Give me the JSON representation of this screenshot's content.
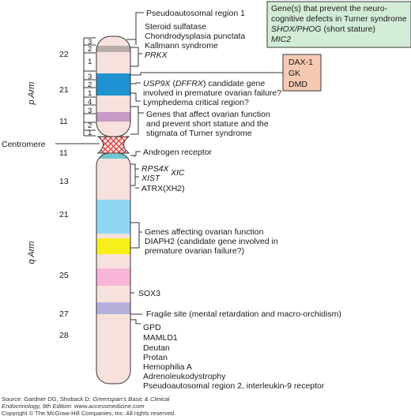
{
  "figure": {
    "arm_labels": {
      "p": "p Arm",
      "q": "q Arm",
      "centromere": "Centromere"
    },
    "region_numbers": {
      "p22": "22",
      "p21": "21",
      "p11": "11",
      "q11": "11",
      "q13": "13",
      "q21": "21",
      "q25": "25",
      "q27": "27",
      "q28": "28"
    },
    "sub_bands": {
      "p22": [
        "3",
        "2",
        "1"
      ],
      "p21": [
        "3",
        "2",
        "1"
      ],
      "p11": [
        "4",
        "3",
        "2",
        "1"
      ]
    },
    "annotations": {
      "pseudoautosomal_1": "Pseudoautosomal region 1",
      "p22_genes": [
        "Steroid sulfatase",
        "Chondrodysplasia punctata",
        "Kallmann syndrome",
        "PRKX"
      ],
      "usp9x_line1_italic": "USP9X",
      "usp9x_line1_paren": "(",
      "usp9x_line1_dffrx": "DFFRX",
      "usp9x_line1_rest": ") candidate gene",
      "usp9x_line2": "involved in premature ovarian failure?",
      "lymphedema": "Lymphedema critical region?",
      "short_stature": [
        "Genes that affect ovarian function",
        "and prevent short stature and the",
        "stigmata of Turner syndrome"
      ],
      "androgen": "Androgen receptor",
      "rps4x": "RPS4X",
      "xic": "XIC",
      "xist": "XIST",
      "atrx": "ATRX(XH2)",
      "ovarian_q": [
        "Genes affecting ovarian function",
        "DIAPH2 (candidate gene involved in",
        "premature ovarian failure?)"
      ],
      "sox3": "SOX3",
      "fragile": "Fragile site (mental retardation and macro-orchidism)",
      "q28_genes": [
        "GPD",
        "MAMLD1",
        "Deutan",
        "Protan",
        "Hemophilia A",
        "Adrenoleukodystrophy",
        "Pseudoautosomal region 2, interleukin-9 receptor"
      ]
    },
    "green_box": {
      "line1": "Gene(s) that prevent the neuro-",
      "line2": "cognitive defects in Turner syndrome",
      "line3_italic": "SHOX/PHOG",
      "line3_rest": " (short stature)",
      "line4_italic": "MIC2"
    },
    "orange_box": [
      "DAX-1",
      "GK",
      "DMD"
    ]
  },
  "footer": {
    "source_prefix": "Source: Gardner DG, Shoback D: ",
    "source_title": "Greenspan's Basic & Clinical",
    "source_title2": "Endocrinology, 9th Edition",
    "source_suffix": ": www.accessmedicine.com",
    "copyright": "Copyright © The McGraw-Hill Companies, Inc. All rights reserved."
  },
  "colors": {
    "chromosome_fill": "#f7e1dc",
    "outline": "#333333",
    "green_box": "#d3ecd6",
    "orange_box": "#f6c9b3",
    "band_gray": "#b8ada7",
    "band_blue": "#1f93d2",
    "band_purple": "#c79ac7",
    "band_teal": "#72c7cc",
    "band_lightblue": "#8fd6f3",
    "band_yellow": "#f7ee1a",
    "band_pink": "#f7b5d9",
    "band_lavender": "#b4b0da",
    "centromere_hatch": "#e0393a"
  }
}
